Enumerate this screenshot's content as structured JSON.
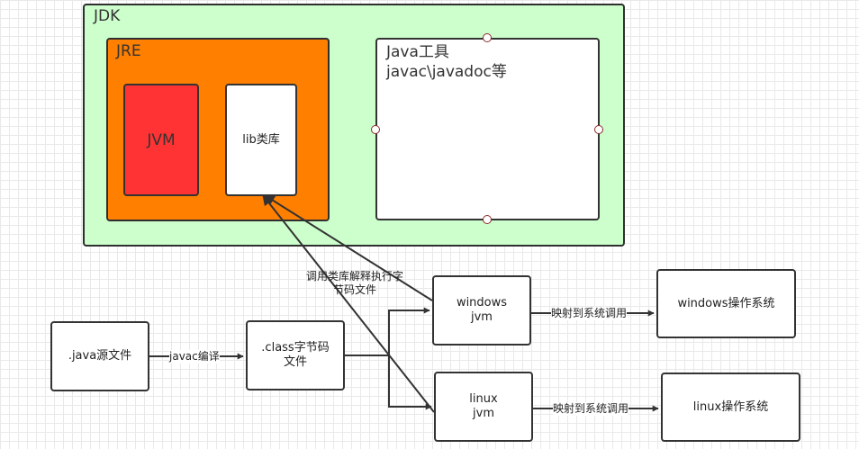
{
  "jdk": {
    "label": "JDK"
  },
  "jre": {
    "label": "JRE"
  },
  "jvm": {
    "label": "JVM"
  },
  "lib": {
    "label": "lib类库"
  },
  "tools": {
    "line1": "Java工具",
    "line2": "javac\\javadoc等"
  },
  "source": {
    "label": ".java源文件"
  },
  "classfile": {
    "label": ".class字节码\n文件"
  },
  "windows_jvm": {
    "label": "windows\njvm"
  },
  "linux_jvm": {
    "label": "linux\njvm"
  },
  "windows_os": {
    "label": "windows操作系统"
  },
  "linux_os": {
    "label": "linux操作系统"
  },
  "edges": {
    "compile": "javac编译",
    "call_lib": "调用类库解释执行字\n节码文件",
    "map_windows": "映射到系统调用",
    "map_linux": "映射到系统调用"
  },
  "colors": {
    "jdk_fill": "#ccffcc",
    "jre_fill": "#ff7f00",
    "jvm_fill": "#ff3333",
    "line": "#333333"
  }
}
